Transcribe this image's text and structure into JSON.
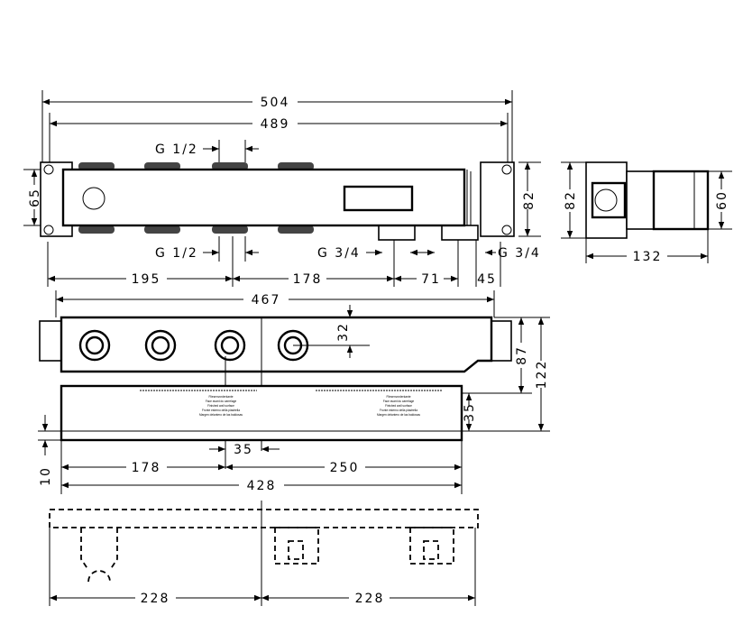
{
  "top_view": {
    "overall_width": "504",
    "bracket_width": "489",
    "body_height": "65",
    "bracket_height": "82",
    "top_port_thread": "G 1/2",
    "bottom_port_thread": "G 1/2",
    "outlet_thread_left": "G 3/4",
    "outlet_thread_right": "G 3/4",
    "spacing": [
      "195",
      "178",
      "71",
      "45"
    ]
  },
  "side_view": {
    "height": "82",
    "depth_height": "60",
    "depth": "132"
  },
  "front_view": {
    "width": "467",
    "port_offset": "32",
    "body_height": "87",
    "overall_height": "122",
    "plate_height": "35",
    "center_offset": "35",
    "bottom_gap": "10",
    "left_to_center": "178",
    "center_to_right": "250",
    "plate_width": "428",
    "wall_label": [
      "Fliesenvorderkante",
      "Face avant du carrelage",
      "Finished wall surface",
      "Fronte esterno della piastrella",
      "Margen delantero de las baldosas"
    ]
  },
  "bottom_view": {
    "left_span": "228",
    "right_span": "228"
  }
}
